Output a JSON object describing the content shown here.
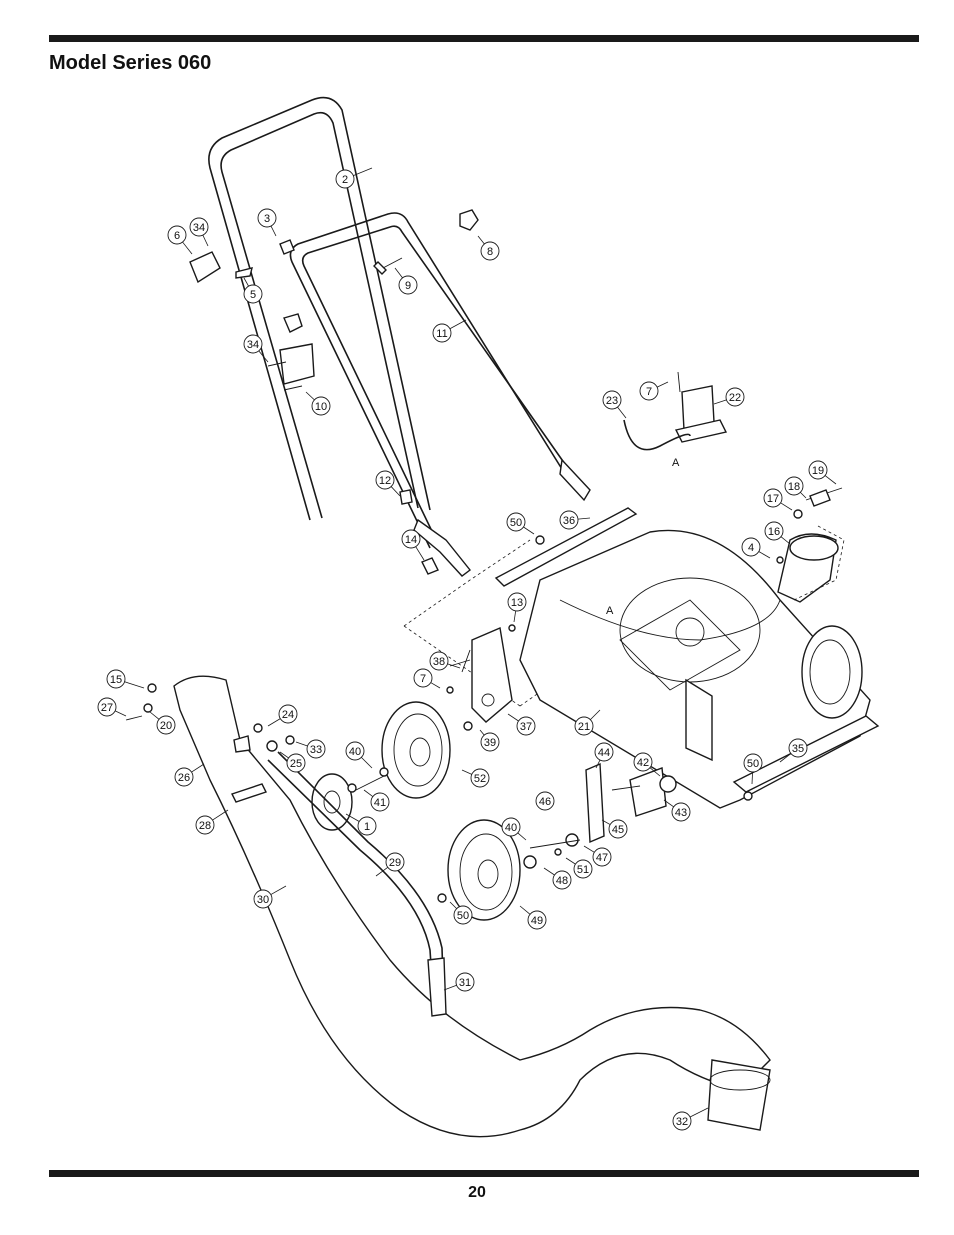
{
  "page": {
    "title": "Model Series 060",
    "page_number": "20"
  },
  "diagram": {
    "reference_labels": [
      "A",
      "A"
    ],
    "callouts": [
      {
        "id": "c2",
        "label": "2"
      },
      {
        "id": "c3",
        "label": "3"
      },
      {
        "id": "c6",
        "label": "6"
      },
      {
        "id": "c34a",
        "label": "34"
      },
      {
        "id": "c8",
        "label": "8"
      },
      {
        "id": "c9",
        "label": "9"
      },
      {
        "id": "c5",
        "label": "5"
      },
      {
        "id": "c11",
        "label": "11"
      },
      {
        "id": "c34b",
        "label": "34"
      },
      {
        "id": "c10",
        "label": "10"
      },
      {
        "id": "c7a",
        "label": "7"
      },
      {
        "id": "c23",
        "label": "23"
      },
      {
        "id": "c22",
        "label": "22"
      },
      {
        "id": "c19",
        "label": "19"
      },
      {
        "id": "c18",
        "label": "18"
      },
      {
        "id": "c17",
        "label": "17"
      },
      {
        "id": "c12",
        "label": "12"
      },
      {
        "id": "c50a",
        "label": "50"
      },
      {
        "id": "c36",
        "label": "36"
      },
      {
        "id": "c16",
        "label": "16"
      },
      {
        "id": "c14",
        "label": "14"
      },
      {
        "id": "c4",
        "label": "4"
      },
      {
        "id": "c13",
        "label": "13"
      },
      {
        "id": "c38",
        "label": "38"
      },
      {
        "id": "c7b",
        "label": "7"
      },
      {
        "id": "c15",
        "label": "15"
      },
      {
        "id": "c27",
        "label": "27"
      },
      {
        "id": "c20",
        "label": "20"
      },
      {
        "id": "c24",
        "label": "24"
      },
      {
        "id": "c37",
        "label": "37"
      },
      {
        "id": "c21",
        "label": "21"
      },
      {
        "id": "c39",
        "label": "39"
      },
      {
        "id": "c40a",
        "label": "40"
      },
      {
        "id": "c33",
        "label": "33"
      },
      {
        "id": "c25",
        "label": "25"
      },
      {
        "id": "c26",
        "label": "26"
      },
      {
        "id": "c44",
        "label": "44"
      },
      {
        "id": "c42",
        "label": "42"
      },
      {
        "id": "c35",
        "label": "35"
      },
      {
        "id": "c50b",
        "label": "50"
      },
      {
        "id": "c52",
        "label": "52"
      },
      {
        "id": "c41",
        "label": "41"
      },
      {
        "id": "c46",
        "label": "46"
      },
      {
        "id": "c43",
        "label": "43"
      },
      {
        "id": "c28",
        "label": "28"
      },
      {
        "id": "c1",
        "label": "1"
      },
      {
        "id": "c40b",
        "label": "40"
      },
      {
        "id": "c45",
        "label": "45"
      },
      {
        "id": "c47",
        "label": "47"
      },
      {
        "id": "c29",
        "label": "29"
      },
      {
        "id": "c51",
        "label": "51"
      },
      {
        "id": "c48",
        "label": "48"
      },
      {
        "id": "c30",
        "label": "30"
      },
      {
        "id": "c50c",
        "label": "50"
      },
      {
        "id": "c49",
        "label": "49"
      },
      {
        "id": "c31",
        "label": "31"
      },
      {
        "id": "c32",
        "label": "32"
      }
    ]
  }
}
